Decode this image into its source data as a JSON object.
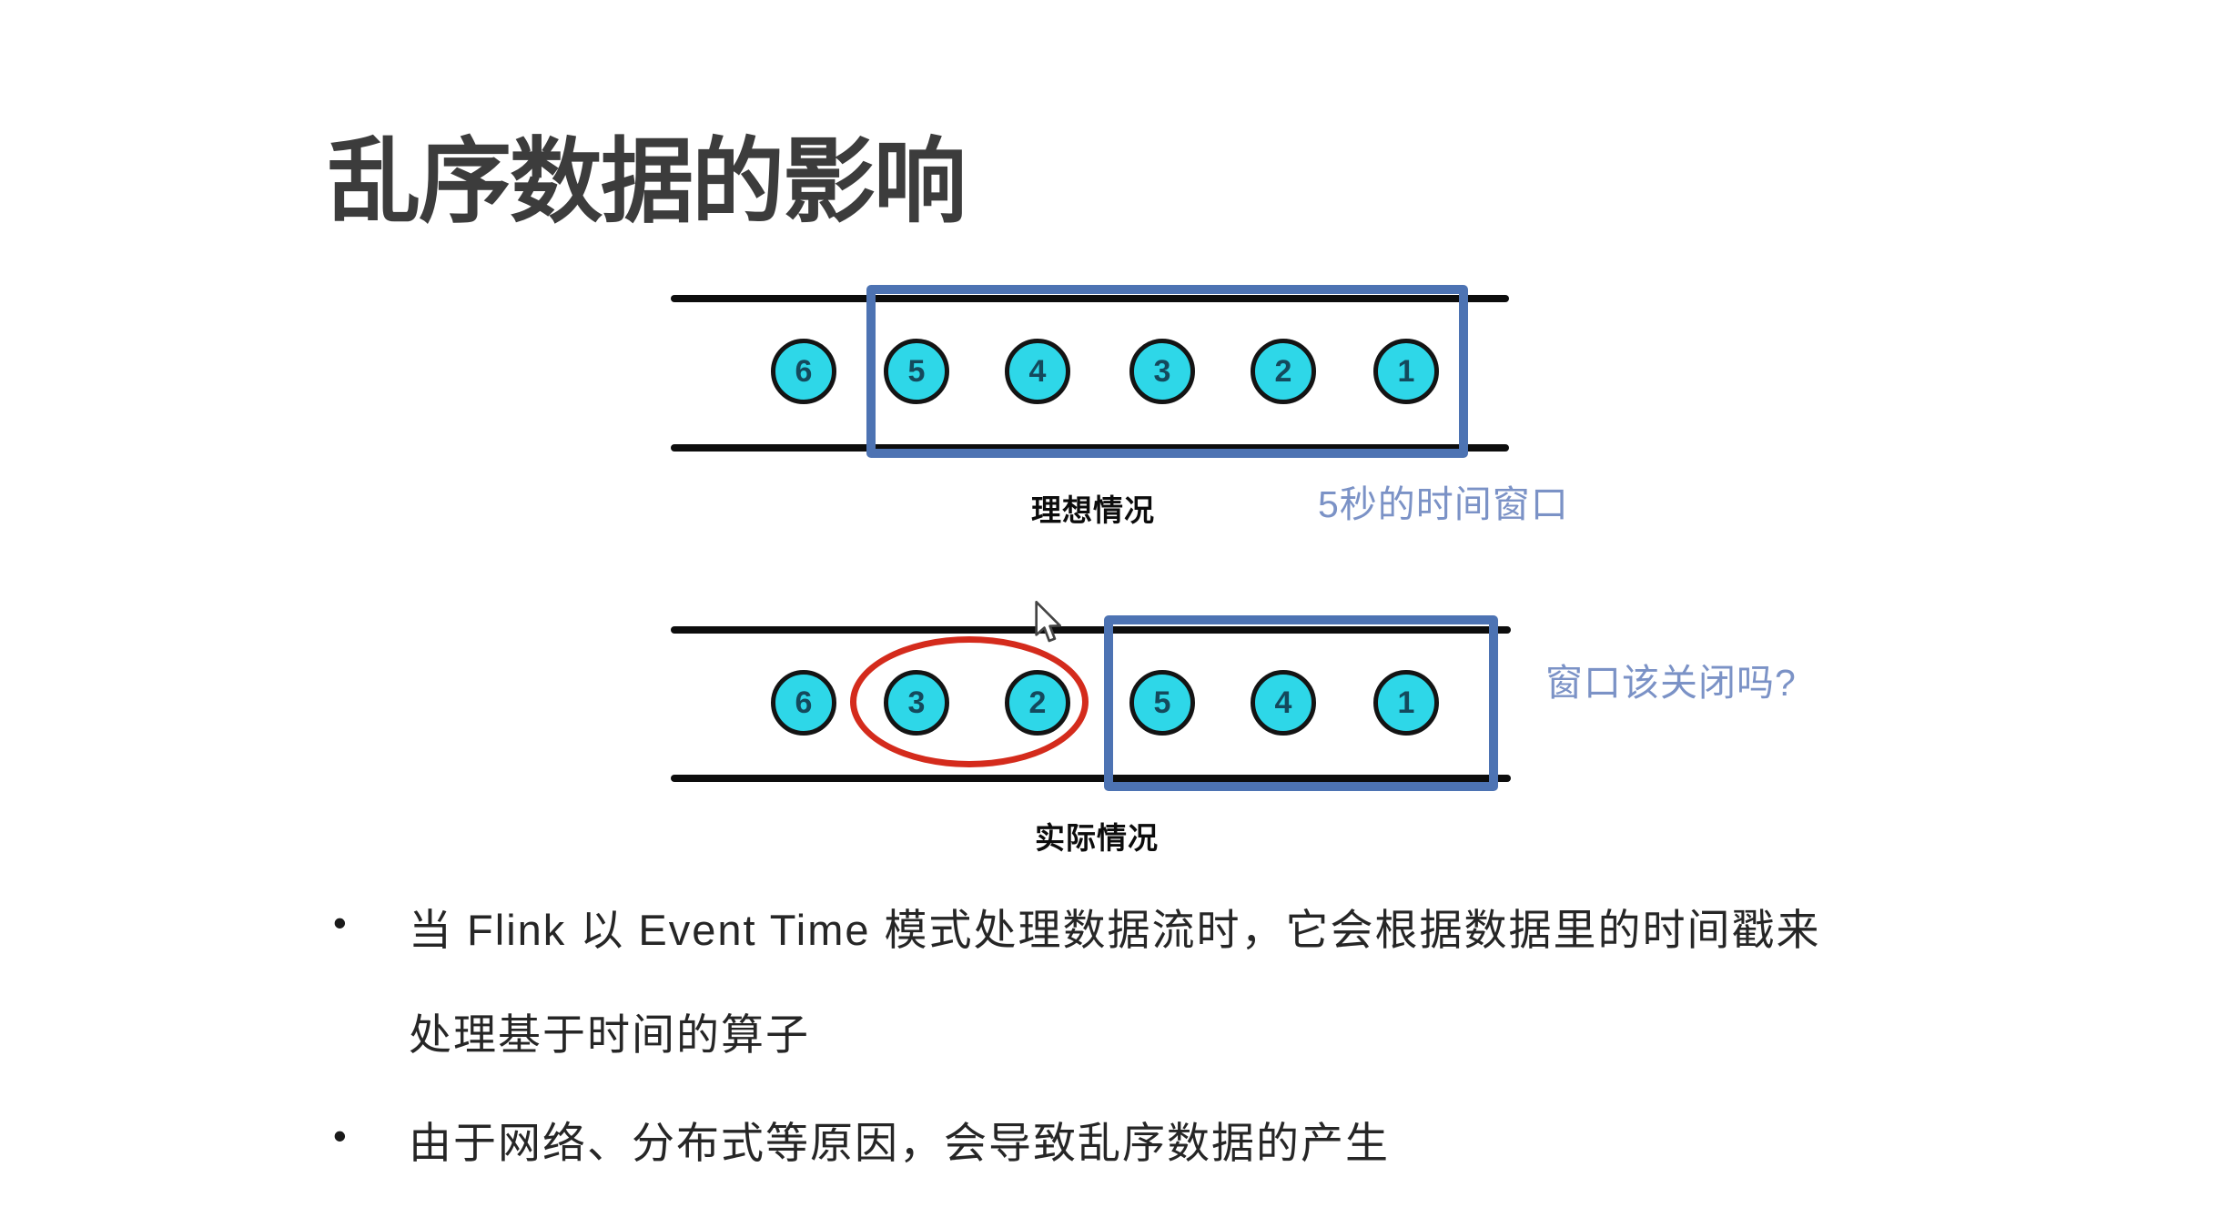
{
  "title": "乱序数据的影响",
  "bullet_glyph": "•",
  "diagrams": [
    {
      "name": "ideal-case",
      "caption": "理想情况",
      "annotation": "5秒的时间窗口",
      "circles": [
        "6",
        "5",
        "4",
        "3",
        "2",
        "1"
      ]
    },
    {
      "name": "actual-case",
      "caption": "实际情况",
      "annotation": "窗口该关闭吗?",
      "circles": [
        "6",
        "3",
        "2",
        "5",
        "4",
        "1"
      ]
    }
  ],
  "bullets": [
    {
      "lines": [
        "当 Flink 以 Event Time 模式处理数据流时，它会根据数据里的时间戳来",
        "处理基于时间的算子"
      ]
    },
    {
      "lines": [
        "由于网络、分布式等原因，会导致乱序数据的产生"
      ]
    }
  ],
  "colors": {
    "title_gray": "#3c3c3c",
    "body_text": "#262626",
    "stream_line": "#0d0d0d",
    "circle_fill": "#2ed7e8",
    "circle_border": "#141414",
    "circle_number": "#14495c",
    "window_box": "#4d73b3",
    "annotation_blue": "#7b92c6",
    "highlight_red": "#d42b1c"
  }
}
